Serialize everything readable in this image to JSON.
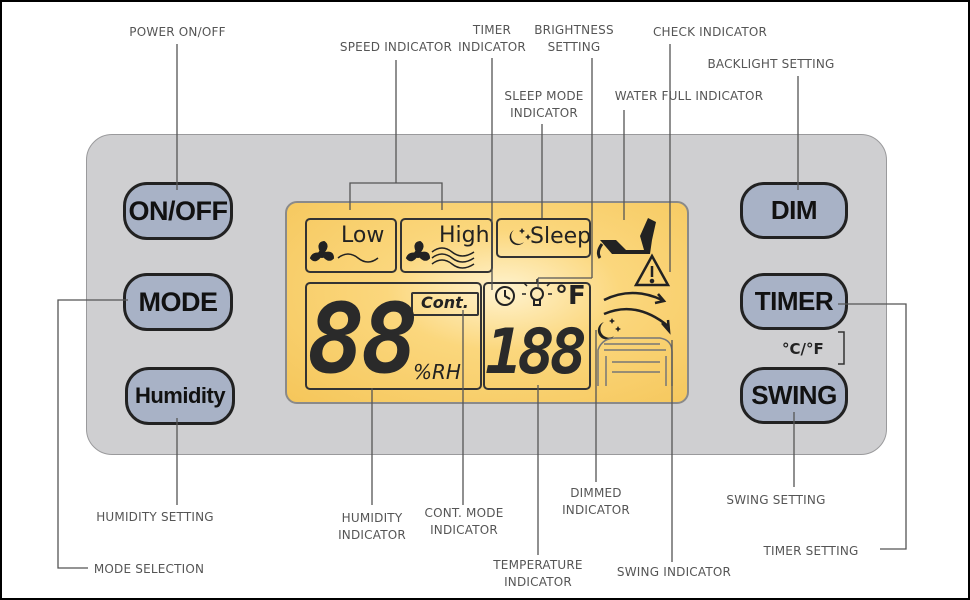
{
  "labels": {
    "power": "POWER ON/OFF",
    "speed": "SPEED INDICATOR",
    "timer_ind": [
      "TIMER",
      "INDICATOR"
    ],
    "brightness": [
      "BRIGHTNESS",
      "SETTING"
    ],
    "check": "CHECK INDICATOR",
    "backlight": "BACKLIGHT SETTING",
    "sleep_ind": [
      "SLEEP MODE",
      "INDICATOR"
    ],
    "water": "WATER FULL INDICATOR",
    "humidity_setting": "HUMIDITY SETTING",
    "mode_selection": "MODE SELECTION",
    "humidity_ind": [
      "HUMIDITY",
      "INDICATOR"
    ],
    "cont_mode": [
      "CONT. MODE",
      "INDICATOR"
    ],
    "temperature": [
      "TEMPERATURE",
      "INDICATOR"
    ],
    "dimmed": [
      "DIMMED",
      "INDICATOR"
    ],
    "swing_ind": "SWING INDICATOR",
    "swing_setting": "SWING SETTING",
    "timer_setting": "TIMER SETTING"
  },
  "buttons": {
    "onoff": "ON/OFF",
    "mode": "MODE",
    "humidity": "Humidity",
    "dim": "DIM",
    "timer": "TIMER",
    "swing": "SWING",
    "unit_toggle": "°C/°F"
  },
  "lcd": {
    "low": "Low",
    "high": "High",
    "sleep": "Sleep",
    "cont": "Cont.",
    "humidity_digits": "88",
    "rh_unit": "%RH",
    "temp_digits": "188",
    "temp_unit": "°F"
  },
  "colors": {
    "button_fill": "#a8b2c6",
    "panel": "#cfcfd1",
    "lcd_glow": "#f5c65a"
  }
}
